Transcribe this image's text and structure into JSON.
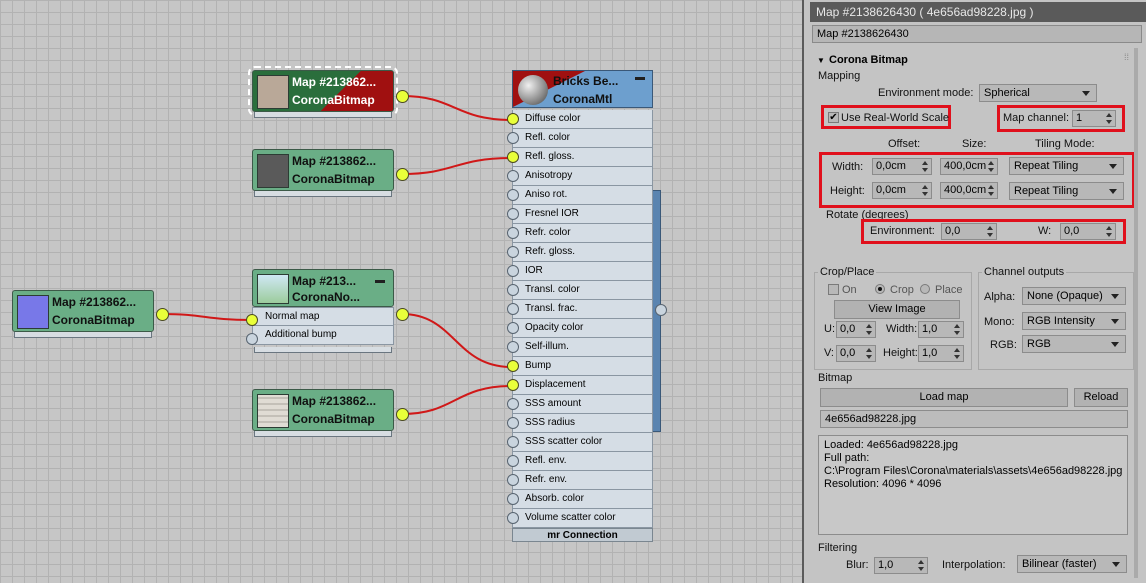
{
  "canvas": {
    "map_nodes": [
      {
        "title": "Map #213862...",
        "type": "CoronaBitmap",
        "thumb_color": "#b9a898",
        "header_color": "#2a6e3c",
        "accent": "#a01010"
      },
      {
        "title": "Map #213862...",
        "type": "CoronaBitmap",
        "thumb_color": "#5a5a5a"
      },
      {
        "title": "Map #213...",
        "type": "CoronaNo...",
        "thumb_color": "#a6d0e8",
        "inputs": [
          "Normal map",
          "Additional bump"
        ]
      },
      {
        "title": "Map #213862...",
        "type": "CoronaBitmap",
        "thumb_color": "#7878e8"
      },
      {
        "title": "Map #213862...",
        "type": "CoronaBitmap",
        "thumb_color": "#d4d0c8"
      }
    ],
    "material": {
      "title": "Bricks Be...",
      "type": "CoronaMtl",
      "slots": [
        "Diffuse color",
        "Refl. color",
        "Refl. gloss.",
        "Anisotropy",
        "Aniso rot.",
        "Fresnel IOR",
        "Refr. color",
        "Refr. gloss.",
        "IOR",
        "Transl. color",
        "Transl. frac.",
        "Opacity color",
        "Self-illum.",
        "Bump",
        "Displacement",
        "SSS amount",
        "SSS radius",
        "SSS scatter color",
        "Refl. env.",
        "Refr. env.",
        "Absorb. color",
        "Volume scatter color"
      ],
      "connected_slots": [
        0,
        2,
        13,
        14
      ],
      "footer": "mr Connection"
    }
  },
  "panel": {
    "title": "Map #2138626430 ( 4e656ad98228.jpg )",
    "name": "Map #2138626430",
    "rollout": "Corona Bitmap",
    "mapping": {
      "section": "Mapping",
      "env_mode_label": "Environment mode:",
      "env_mode_value": "Spherical",
      "real_world_label": "Use Real-World Scale",
      "real_world_checked": true,
      "map_channel_label": "Map channel:",
      "map_channel_value": "1",
      "offset_label": "Offset:",
      "size_label": "Size:",
      "tiling_label": "Tiling Mode:",
      "width_label": "Width:",
      "width_offset": "0,0cm",
      "width_size": "400,0cm",
      "width_tiling": "Repeat Tiling",
      "height_label": "Height:",
      "height_offset": "0,0cm",
      "height_size": "400,0cm",
      "height_tiling": "Repeat Tiling",
      "rotate_label": "Rotate (degrees)",
      "environment_label": "Environment:",
      "environment_value": "0,0",
      "w_label": "W:",
      "w_value": "0,0"
    },
    "crop": {
      "section": "Crop/Place",
      "on_label": "On",
      "crop_label": "Crop",
      "place_label": "Place",
      "view_image": "View Image",
      "u_label": "U:",
      "u_value": "0,0",
      "width_label": "Width:",
      "width_value": "1,0",
      "v_label": "V:",
      "v_value": "0,0",
      "height_label": "Height:",
      "height_value": "1,0"
    },
    "channels": {
      "section": "Channel outputs",
      "alpha_label": "Alpha:",
      "alpha_value": "None (Opaque)",
      "mono_label": "Mono:",
      "mono_value": "RGB Intensity",
      "rgb_label": "RGB:",
      "rgb_value": "RGB"
    },
    "bitmap": {
      "section": "Bitmap",
      "load_map": "Load map",
      "reload": "Reload",
      "filename": "4e656ad98228.jpg",
      "info": [
        "Loaded: 4e656ad98228.jpg",
        "Full path:",
        "C:\\Program Files\\Corona\\materials\\assets\\4e656ad98228.jpg",
        "Resolution: 4096 * 4096"
      ]
    },
    "filtering": {
      "section": "Filtering",
      "blur_label": "Blur:",
      "blur_value": "1,0",
      "interp_label": "Interpolation:",
      "interp_value": "Bilinear (faster)"
    }
  }
}
